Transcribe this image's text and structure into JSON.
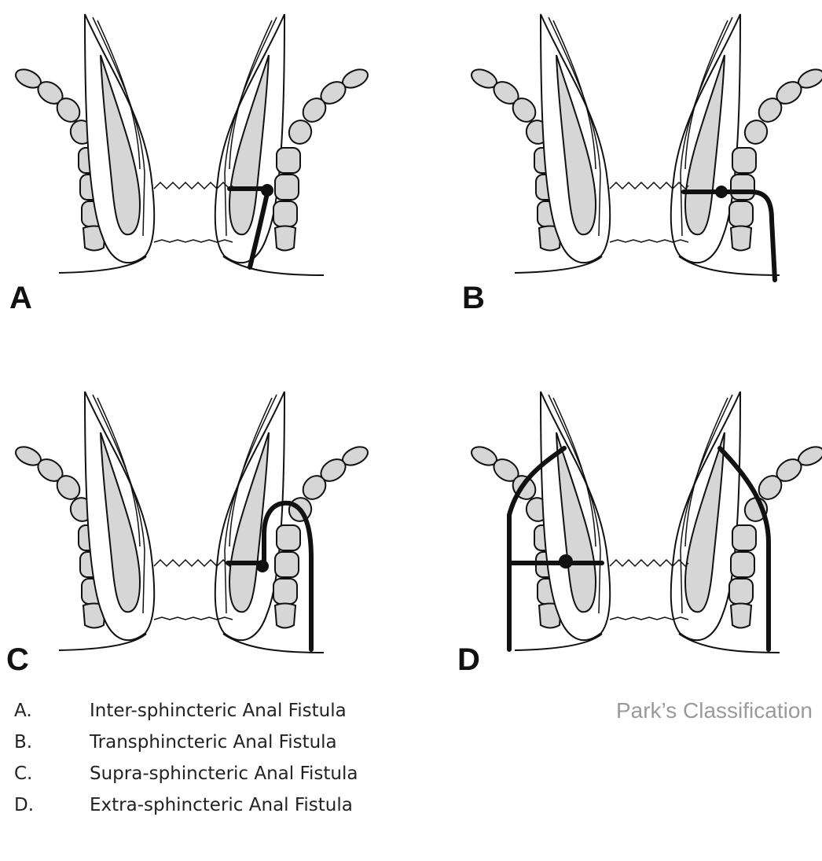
{
  "panels": [
    {
      "letter": "A",
      "type": "inter"
    },
    {
      "letter": "B",
      "type": "trans"
    },
    {
      "letter": "C",
      "type": "supra"
    },
    {
      "letter": "D",
      "type": "extra"
    }
  ],
  "legend": [
    {
      "key": "A.",
      "label": "Inter-sphincteric Anal Fistula"
    },
    {
      "key": "B.",
      "label": "Transphincteric Anal Fistula"
    },
    {
      "key": "C.",
      "label": "Supra-sphincteric Anal Fistula"
    },
    {
      "key": "D.",
      "label": "Extra-sphincteric Anal Fistula"
    }
  ],
  "caption": "Park’s Classification",
  "colors": {
    "ink": "#111111",
    "muscle": "#d6d6d6",
    "caption": "#9a9a9a"
  }
}
